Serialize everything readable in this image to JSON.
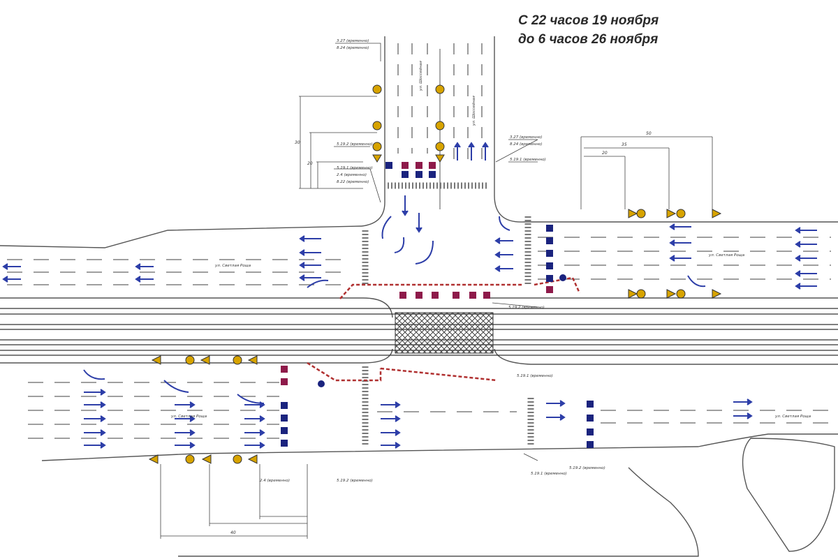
{
  "notice": {
    "line1": "С 22 часов 19 ноября",
    "line2": "до 6 часов 26 ноября"
  },
  "street_labels": {
    "north_left": "ул. Шоссейная",
    "north_right": "ул. Шоссейная",
    "east": "ул. Светлая Роща",
    "west": "ул. Светлая Роща",
    "southwest": "ул. Светлая Роща",
    "southeast": "ул. Светлая Роща"
  },
  "sign_labels": {
    "n_top_1": "3.27 (временно)",
    "n_top_2": "8.24 (временно)",
    "n_mid_1": "3.27 (временно)",
    "n_mid_2": "8.24 (временно)",
    "n_mid_3": "5.19.1 (временно)",
    "n_left_1": "5.19.2 (временно)",
    "n_left_2": "5.19.1 (временно)",
    "n_left_3": "2.4 (временно)",
    "n_left_4": "8.22 (временно)",
    "center_right": "5.19.2 (временно)",
    "bottom_1": "5.19.1 (временно)",
    "bottom_2": "2.4 (временно)",
    "bottom_3": "5.19.2 (временно)",
    "bottom_4": "5.19.1 (временно)",
    "bottom_5": "5.19.2 (временно)"
  },
  "dimensions": {
    "d1": "30",
    "d2": "20",
    "d3": "50",
    "d4": "35",
    "d5": "20",
    "d6": "40"
  },
  "sign_colors": {
    "work_sign": "#d7a300",
    "arrow_sign": "#f2f2f2",
    "lane_blue": "#1a237e",
    "fence_red": "#b03030",
    "traffic_arrow": "#2d3ea8"
  }
}
